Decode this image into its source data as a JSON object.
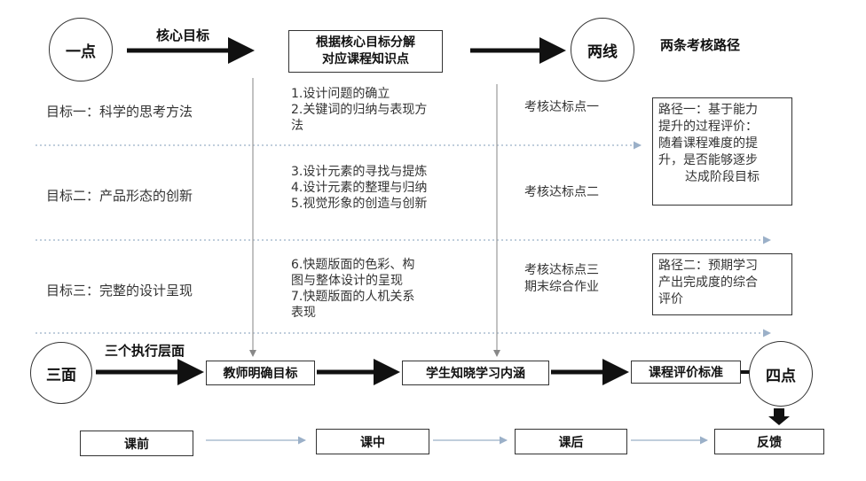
{
  "top": {
    "one_point": "一点",
    "core_goal_label": "核心目标",
    "decompose_box": [
      "根据核心目标分解",
      "对应课程知识点"
    ],
    "two_lines": "两线",
    "two_paths_label": "两条考核路径"
  },
  "goals": [
    "目标一：科学的思考方法",
    "目标二：产品形态的创新",
    "目标三：完整的设计呈现"
  ],
  "knowledge_points": [
    [
      "1.设计问题的确立",
      "2.关键词的归纳与表现方",
      "法"
    ],
    [
      "3.设计元素的寻找与提炼",
      "4.设计元素的整理与归纳",
      "5.视觉形象的创造与创新"
    ],
    [
      "6.快题版面的色彩、构",
      "图与整体设计的呈现",
      "7.快题版面的人机关系",
      "表现"
    ]
  ],
  "checkpoints": [
    [
      "考核达标点一"
    ],
    [
      "考核达标点二"
    ],
    [
      "考核达标点三",
      "期末综合作业"
    ]
  ],
  "paths": [
    [
      "路径一：基于能力",
      "提升的过程评价：",
      "随着课程难度的提",
      "升，是否能够逐步",
      "达成阶段目标"
    ],
    [
      "路径二：预期学习",
      "产出完成度的综合",
      "评价"
    ]
  ],
  "bottom": {
    "three_sides": "三面",
    "exec_label": "三个执行层面",
    "teacher_box": "教师明确目标",
    "student_box": "学生知晓学习内涵",
    "eval_box": "课程评价标准",
    "four_points": "四点"
  },
  "stages": [
    "课前",
    "课中",
    "课后",
    "反馈"
  ]
}
